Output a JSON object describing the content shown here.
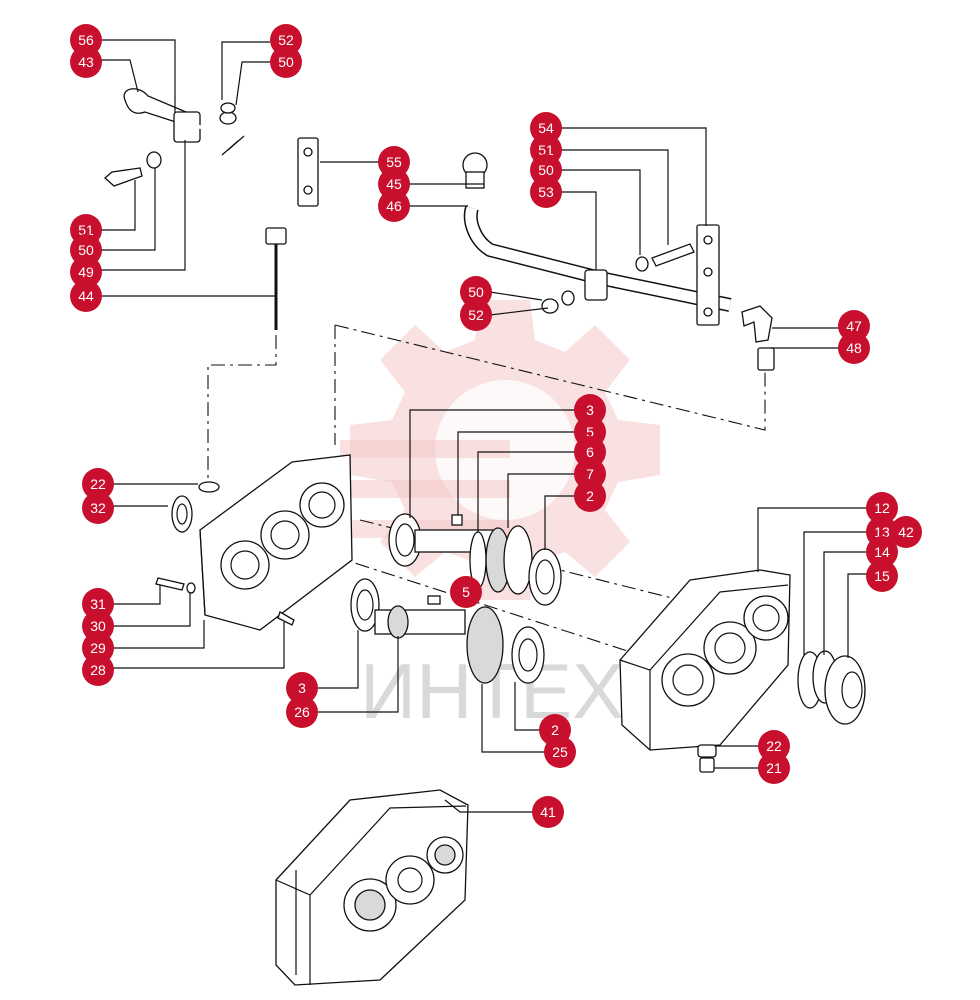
{
  "watermark": {
    "text": "ИНТЕХ",
    "color": "#c8102e"
  },
  "callouts": [
    {
      "id": "c56",
      "label": "56"
    },
    {
      "id": "c43",
      "label": "43"
    },
    {
      "id": "c52a",
      "label": "52"
    },
    {
      "id": "c50a",
      "label": "50"
    },
    {
      "id": "c51a",
      "label": "51"
    },
    {
      "id": "c50b",
      "label": "50"
    },
    {
      "id": "c49",
      "label": "49"
    },
    {
      "id": "c44",
      "label": "44"
    },
    {
      "id": "c55",
      "label": "55"
    },
    {
      "id": "c45",
      "label": "45"
    },
    {
      "id": "c46",
      "label": "46"
    },
    {
      "id": "c54",
      "label": "54"
    },
    {
      "id": "c51b",
      "label": "51"
    },
    {
      "id": "c50c",
      "label": "50"
    },
    {
      "id": "c53",
      "label": "53"
    },
    {
      "id": "c50d",
      "label": "50"
    },
    {
      "id": "c52b",
      "label": "52"
    },
    {
      "id": "c47",
      "label": "47"
    },
    {
      "id": "c48",
      "label": "48"
    },
    {
      "id": "c3a",
      "label": "3"
    },
    {
      "id": "c5a",
      "label": "5"
    },
    {
      "id": "c6",
      "label": "6"
    },
    {
      "id": "c7",
      "label": "7"
    },
    {
      "id": "c2a",
      "label": "2"
    },
    {
      "id": "c5b",
      "label": "5"
    },
    {
      "id": "c22a",
      "label": "22"
    },
    {
      "id": "c32",
      "label": "32"
    },
    {
      "id": "c31",
      "label": "31"
    },
    {
      "id": "c30",
      "label": "30"
    },
    {
      "id": "c29",
      "label": "29"
    },
    {
      "id": "c28",
      "label": "28"
    },
    {
      "id": "c12",
      "label": "12"
    },
    {
      "id": "c13",
      "label": "13"
    },
    {
      "id": "c42",
      "label": "42"
    },
    {
      "id": "c14",
      "label": "14"
    },
    {
      "id": "c15",
      "label": "15"
    },
    {
      "id": "c3b",
      "label": "3"
    },
    {
      "id": "c26",
      "label": "26"
    },
    {
      "id": "c2b",
      "label": "2"
    },
    {
      "id": "c25",
      "label": "25"
    },
    {
      "id": "c22b",
      "label": "22"
    },
    {
      "id": "c21",
      "label": "21"
    },
    {
      "id": "c41",
      "label": "41"
    }
  ],
  "colors": {
    "badge": "#c8102e",
    "line": "#111111",
    "watermark_gear": "#f4c9c9"
  }
}
